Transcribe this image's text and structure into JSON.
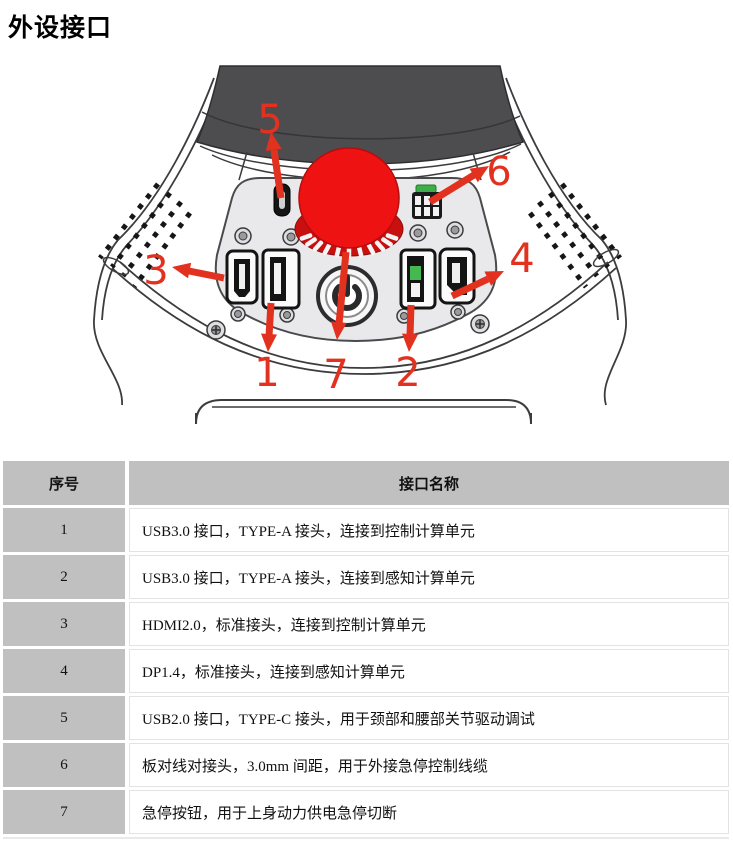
{
  "page": {
    "title": "外设接口"
  },
  "colors": {
    "callout_red": "#e2321f",
    "estop_red": "#ee1212",
    "estop_collar_red": "#c8100f",
    "connector_green": "#3fae4a",
    "panel_gray": "#e9e9ec",
    "head_gray": "#4d4d50",
    "table_header_bg": "#c0c0c0"
  },
  "figure": {
    "callouts": [
      "1",
      "2",
      "3",
      "4",
      "5",
      "6",
      "7"
    ]
  },
  "table": {
    "headers": {
      "index": "序号",
      "name": "接口名称"
    },
    "rows": [
      {
        "num": "1",
        "name": "USB3.0 接口，TYPE-A 接头，连接到控制计算单元"
      },
      {
        "num": "2",
        "name": "USB3.0 接口，TYPE-A 接头，连接到感知计算单元"
      },
      {
        "num": "3",
        "name": "HDMI2.0，标准接头，连接到控制计算单元"
      },
      {
        "num": "4",
        "name": "DP1.4，标准接头，连接到感知计算单元"
      },
      {
        "num": "5",
        "name": "USB2.0 接口，TYPE-C 接头，用于颈部和腰部关节驱动调试"
      },
      {
        "num": "6",
        "name": "板对线对接头，3.0mm 间距，用于外接急停控制线缆"
      },
      {
        "num": "7",
        "name": "急停按钮，用于上身动力供电急停切断"
      }
    ]
  }
}
